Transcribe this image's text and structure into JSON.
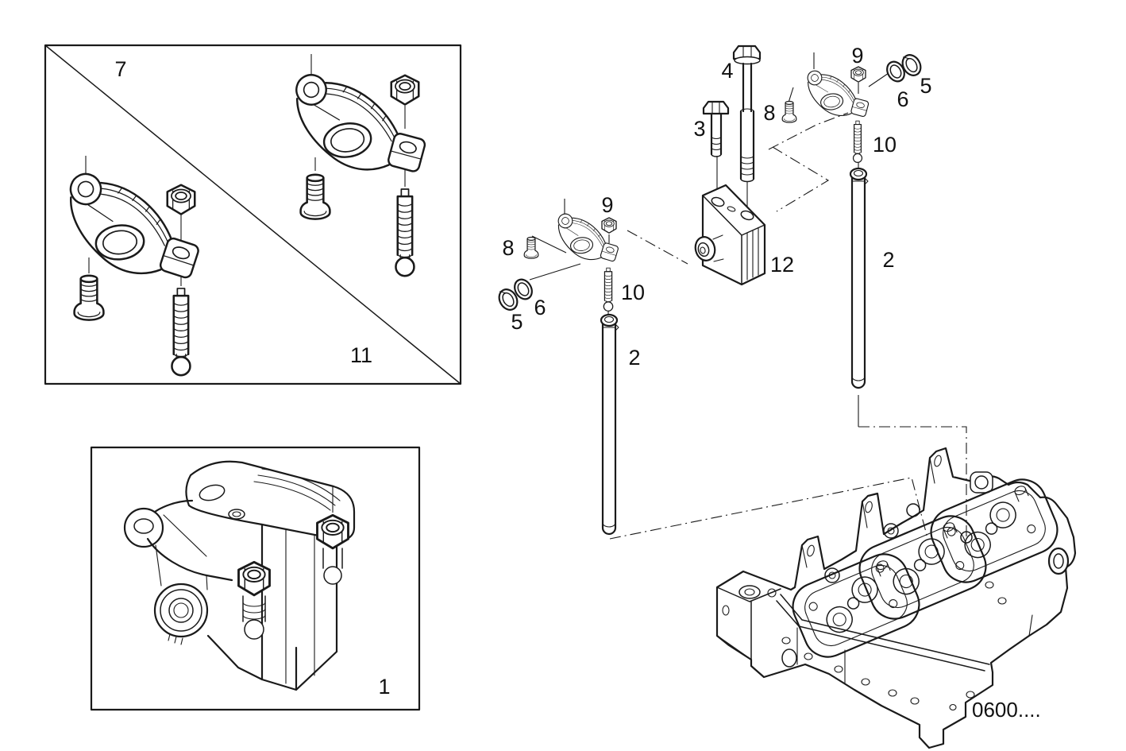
{
  "diagram": {
    "type": "exploded-parts-diagram",
    "subject": "rocker arm and cylinder head assembly",
    "part_code": "0600....",
    "colors": {
      "line": "#1a1a1a",
      "background": "#ffffff"
    },
    "labels": {
      "group_box_upper": "7",
      "group_box_lower": "11",
      "assembly_box": "1",
      "pushrod_left": "2",
      "pushrod_right": "2",
      "bolt_short": "3",
      "bolt_long": "4",
      "ring_open_left": "5",
      "ring_open_right": "5",
      "washer_left": "6",
      "washer_right": "6",
      "screw_left": "8",
      "screw_right": "8",
      "nut_left": "9",
      "nut_right": "9",
      "adjuster_left": "10",
      "adjuster_right": "10",
      "bracket": "12"
    }
  }
}
